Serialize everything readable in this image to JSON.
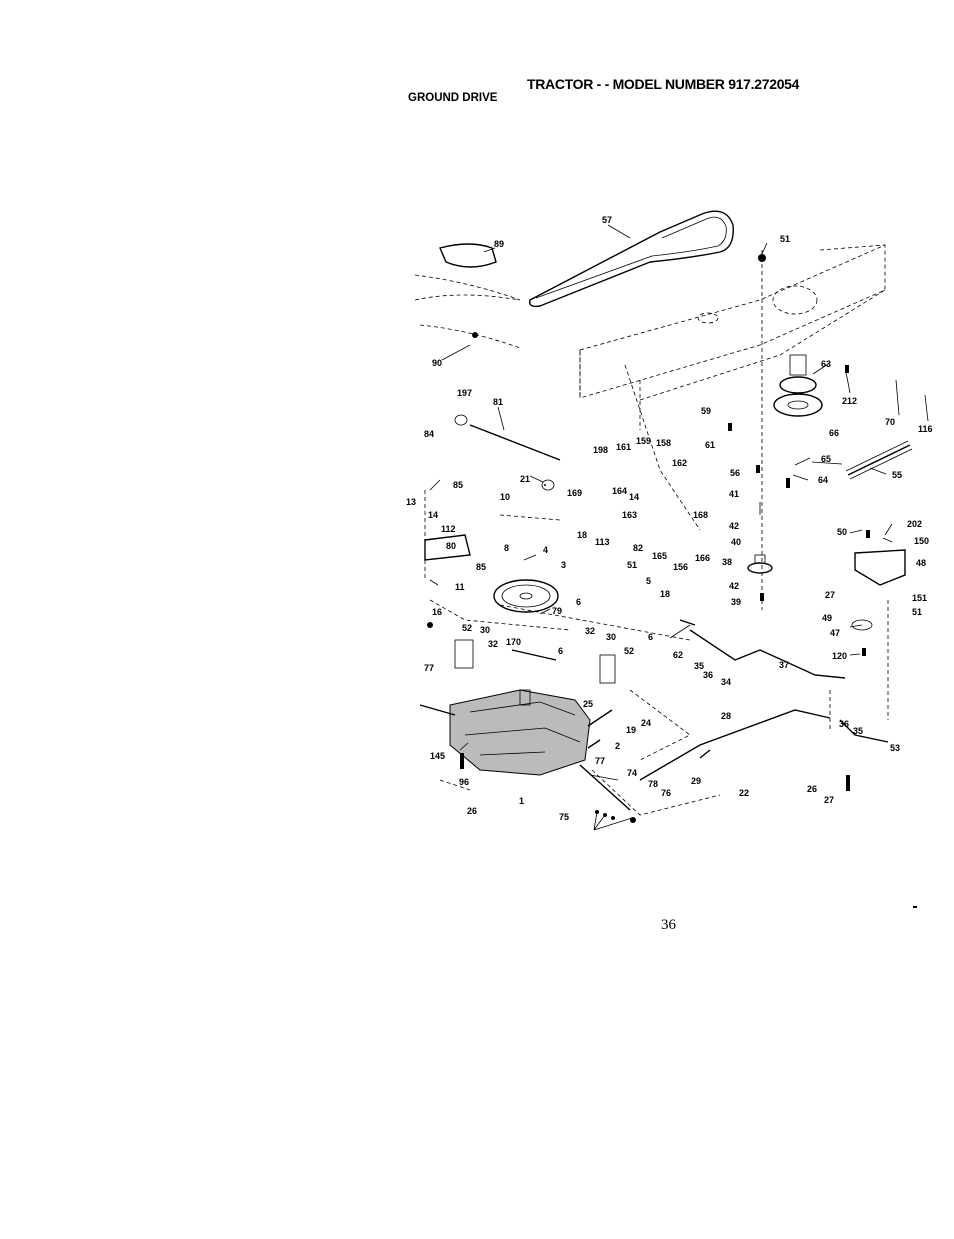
{
  "header": {
    "title": "TRACTOR - - MODEL NUMBER 917.272054",
    "subtitle": "GROUND DRIVE"
  },
  "footer": {
    "page_number": "36"
  },
  "callouts": {
    "c57": "57",
    "c51a": "51",
    "c89": "89",
    "c90": "90",
    "c63": "63",
    "c212": "212",
    "c70": "70",
    "c116": "116",
    "c197": "197",
    "c81": "81",
    "c59": "59",
    "c61": "61",
    "c66": "66",
    "c84": "84",
    "c198": "198",
    "c161": "161",
    "c159": "159",
    "c158": "158",
    "c162": "162",
    "c56": "56",
    "c65": "65",
    "c64": "64",
    "c55": "55",
    "c85a": "85",
    "c21": "21",
    "c169": "169",
    "c164": "164",
    "c14a": "14",
    "c13": "13",
    "c14b": "14",
    "c112": "112",
    "c10": "10",
    "c163": "163",
    "c168": "168",
    "c41": "41",
    "c42a": "42",
    "c50": "50",
    "c202": "202",
    "c80": "80",
    "c8": "8",
    "c4": "4",
    "c18a": "18",
    "c113": "113",
    "c82": "82",
    "c165": "165",
    "c166": "166",
    "c156": "156",
    "c40": "40",
    "c150": "150",
    "c85b": "85",
    "c3": "3",
    "c51b": "51",
    "c38": "38",
    "c48": "48",
    "c11": "11",
    "c6a": "6",
    "c5": "5",
    "c18b": "18",
    "c42b": "42",
    "c27a": "27",
    "c151": "151",
    "c39": "39",
    "c79": "79",
    "c49": "49",
    "c51c": "51",
    "c16": "16",
    "c47": "47",
    "c52a": "52",
    "c30a": "30",
    "c32a": "32",
    "c170": "170",
    "c32b": "32",
    "c30b": "30",
    "c6b": "6",
    "c62": "62",
    "c52b": "52",
    "c6c": "6",
    "c35a": "35",
    "c36a": "36",
    "c34": "34",
    "c37": "37",
    "c120": "120",
    "c77a": "77",
    "c25": "25",
    "c19": "19",
    "c24": "24",
    "c28": "28",
    "c36b": "36",
    "c35b": "35",
    "c53": "53",
    "c2": "2",
    "c145": "145",
    "c77b": "77",
    "c96": "96",
    "c74": "74",
    "c29": "29",
    "c78": "78",
    "c76": "76",
    "c22": "22",
    "c26a": "26",
    "c27b": "27",
    "c1": "1",
    "c26b": "26",
    "c75": "75"
  }
}
